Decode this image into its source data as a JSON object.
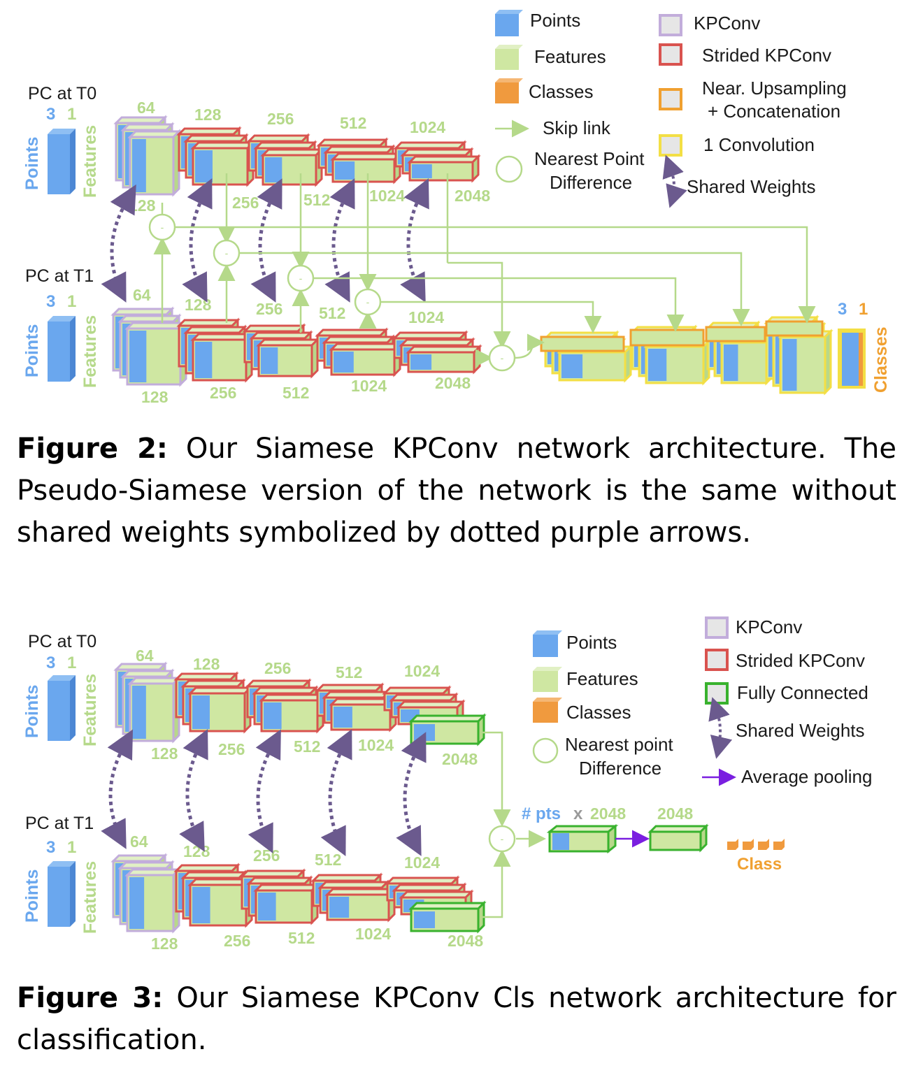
{
  "colors": {
    "points": "#6aa7ee",
    "features": "#cfe7a2",
    "classes": "#f09a3e",
    "kpconv_edge": "#c2addb",
    "strided_edge": "#d9534f",
    "upsample_edge": "#f0a030",
    "conv1_edge": "#f3df45",
    "fc_edge": "#39b22e",
    "shared_weights": "#6b5a8e",
    "skip_link": "#b5d98a",
    "avg_pool": "#7a1fe0",
    "dim_text": "#b5d98a",
    "class_text": "#f0a030"
  },
  "figure2": {
    "pc_t0": "PC at T0",
    "pc_t1": "PC at T1",
    "input_dims": [
      "3",
      "1"
    ],
    "points_label": "Points",
    "features_label": "Features",
    "top_dims_above": [
      "64",
      "128",
      "256",
      "512",
      "1024"
    ],
    "top_dims_below": [
      "128",
      "256",
      "512",
      "1024",
      "2048"
    ],
    "bottom_dims_above": [
      "64",
      "128",
      "256",
      "512",
      "1024"
    ],
    "bottom_dims_below": [
      "128",
      "256",
      "512",
      "1024",
      "2048"
    ],
    "output_dims": [
      "3",
      "1"
    ],
    "classes_label": "Classes",
    "legend": {
      "points": "Points",
      "features": "Features",
      "classes": "Classes",
      "skip_link": "Skip link",
      "nearest_line1": "Nearest Point",
      "nearest_line2": "Difference",
      "kpconv": "KPConv",
      "strided": "Strided KPConv",
      "upsample_line1": "Near. Upsampling",
      "upsample_line2": "+ Concatenation",
      "conv1": "1 Convolution",
      "shared": "Shared Weights"
    },
    "caption_label": "Figure 2:",
    "caption_text": "Our Siamese KPConv network architecture. The Pseudo-Siamese version of the network is the same without shared weights symbolized by dotted purple arrows."
  },
  "figure3": {
    "pc_t0": "PC at T0",
    "pc_t1": "PC at T1",
    "input_dims": [
      "3",
      "1"
    ],
    "points_label": "Points",
    "features_label": "Features",
    "top_dims_above": [
      "64",
      "128",
      "256",
      "512",
      "1024"
    ],
    "top_dims_below": [
      "128",
      "256",
      "512",
      "1024",
      "2048"
    ],
    "bottom_dims_above": [
      "64",
      "128",
      "256",
      "512",
      "1024"
    ],
    "bottom_dims_below": [
      "128",
      "256",
      "512",
      "1024",
      "2048"
    ],
    "pts_label": "# pts",
    "times": "x",
    "pts_dim": "2048",
    "pool_dim": "2048",
    "class_label": "Class",
    "legend": {
      "points": "Points",
      "features": "Features",
      "classes": "Classes",
      "nearest_line1": "Nearest point",
      "nearest_line2": "Difference",
      "kpconv": "KPConv",
      "strided": "Strided KPConv",
      "fc": "Fully Connected",
      "shared": "Shared Weights",
      "avgpool": "Average pooling"
    },
    "caption_label": "Figure 3:",
    "caption_text": "Our Siamese KPConv Cls network architecture for classification."
  }
}
